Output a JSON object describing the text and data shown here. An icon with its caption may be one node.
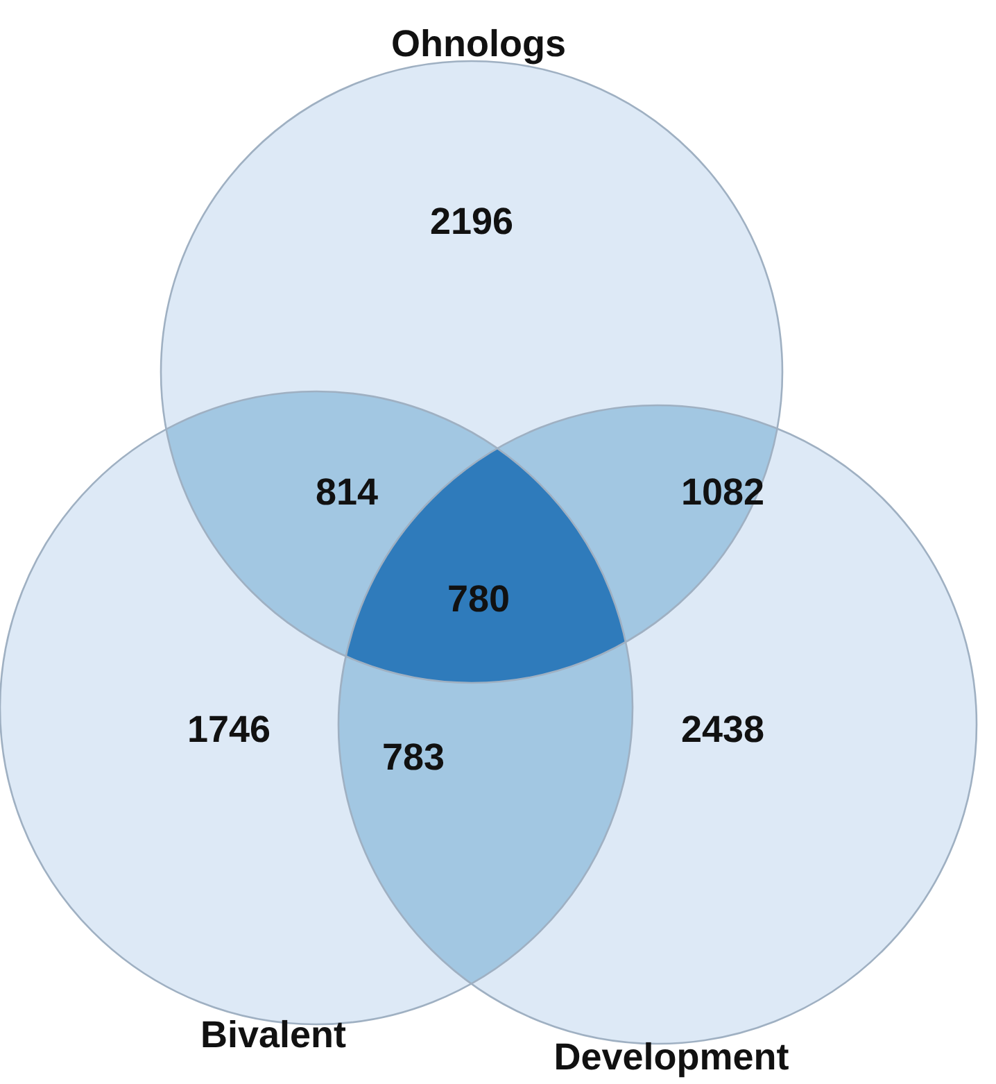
{
  "diagram": {
    "nodes": [
      {
        "text": [
          "Ohnologs"
        ]
      },
      {
        "text": [
          "Bivalent"
        ]
      },
      {
        "text": [
          "Development"
        ]
      }
    ],
    "labels": [
      "2196",
      "814",
      "1082",
      "780",
      "1746",
      "783",
      "2438"
    ]
  }
}
